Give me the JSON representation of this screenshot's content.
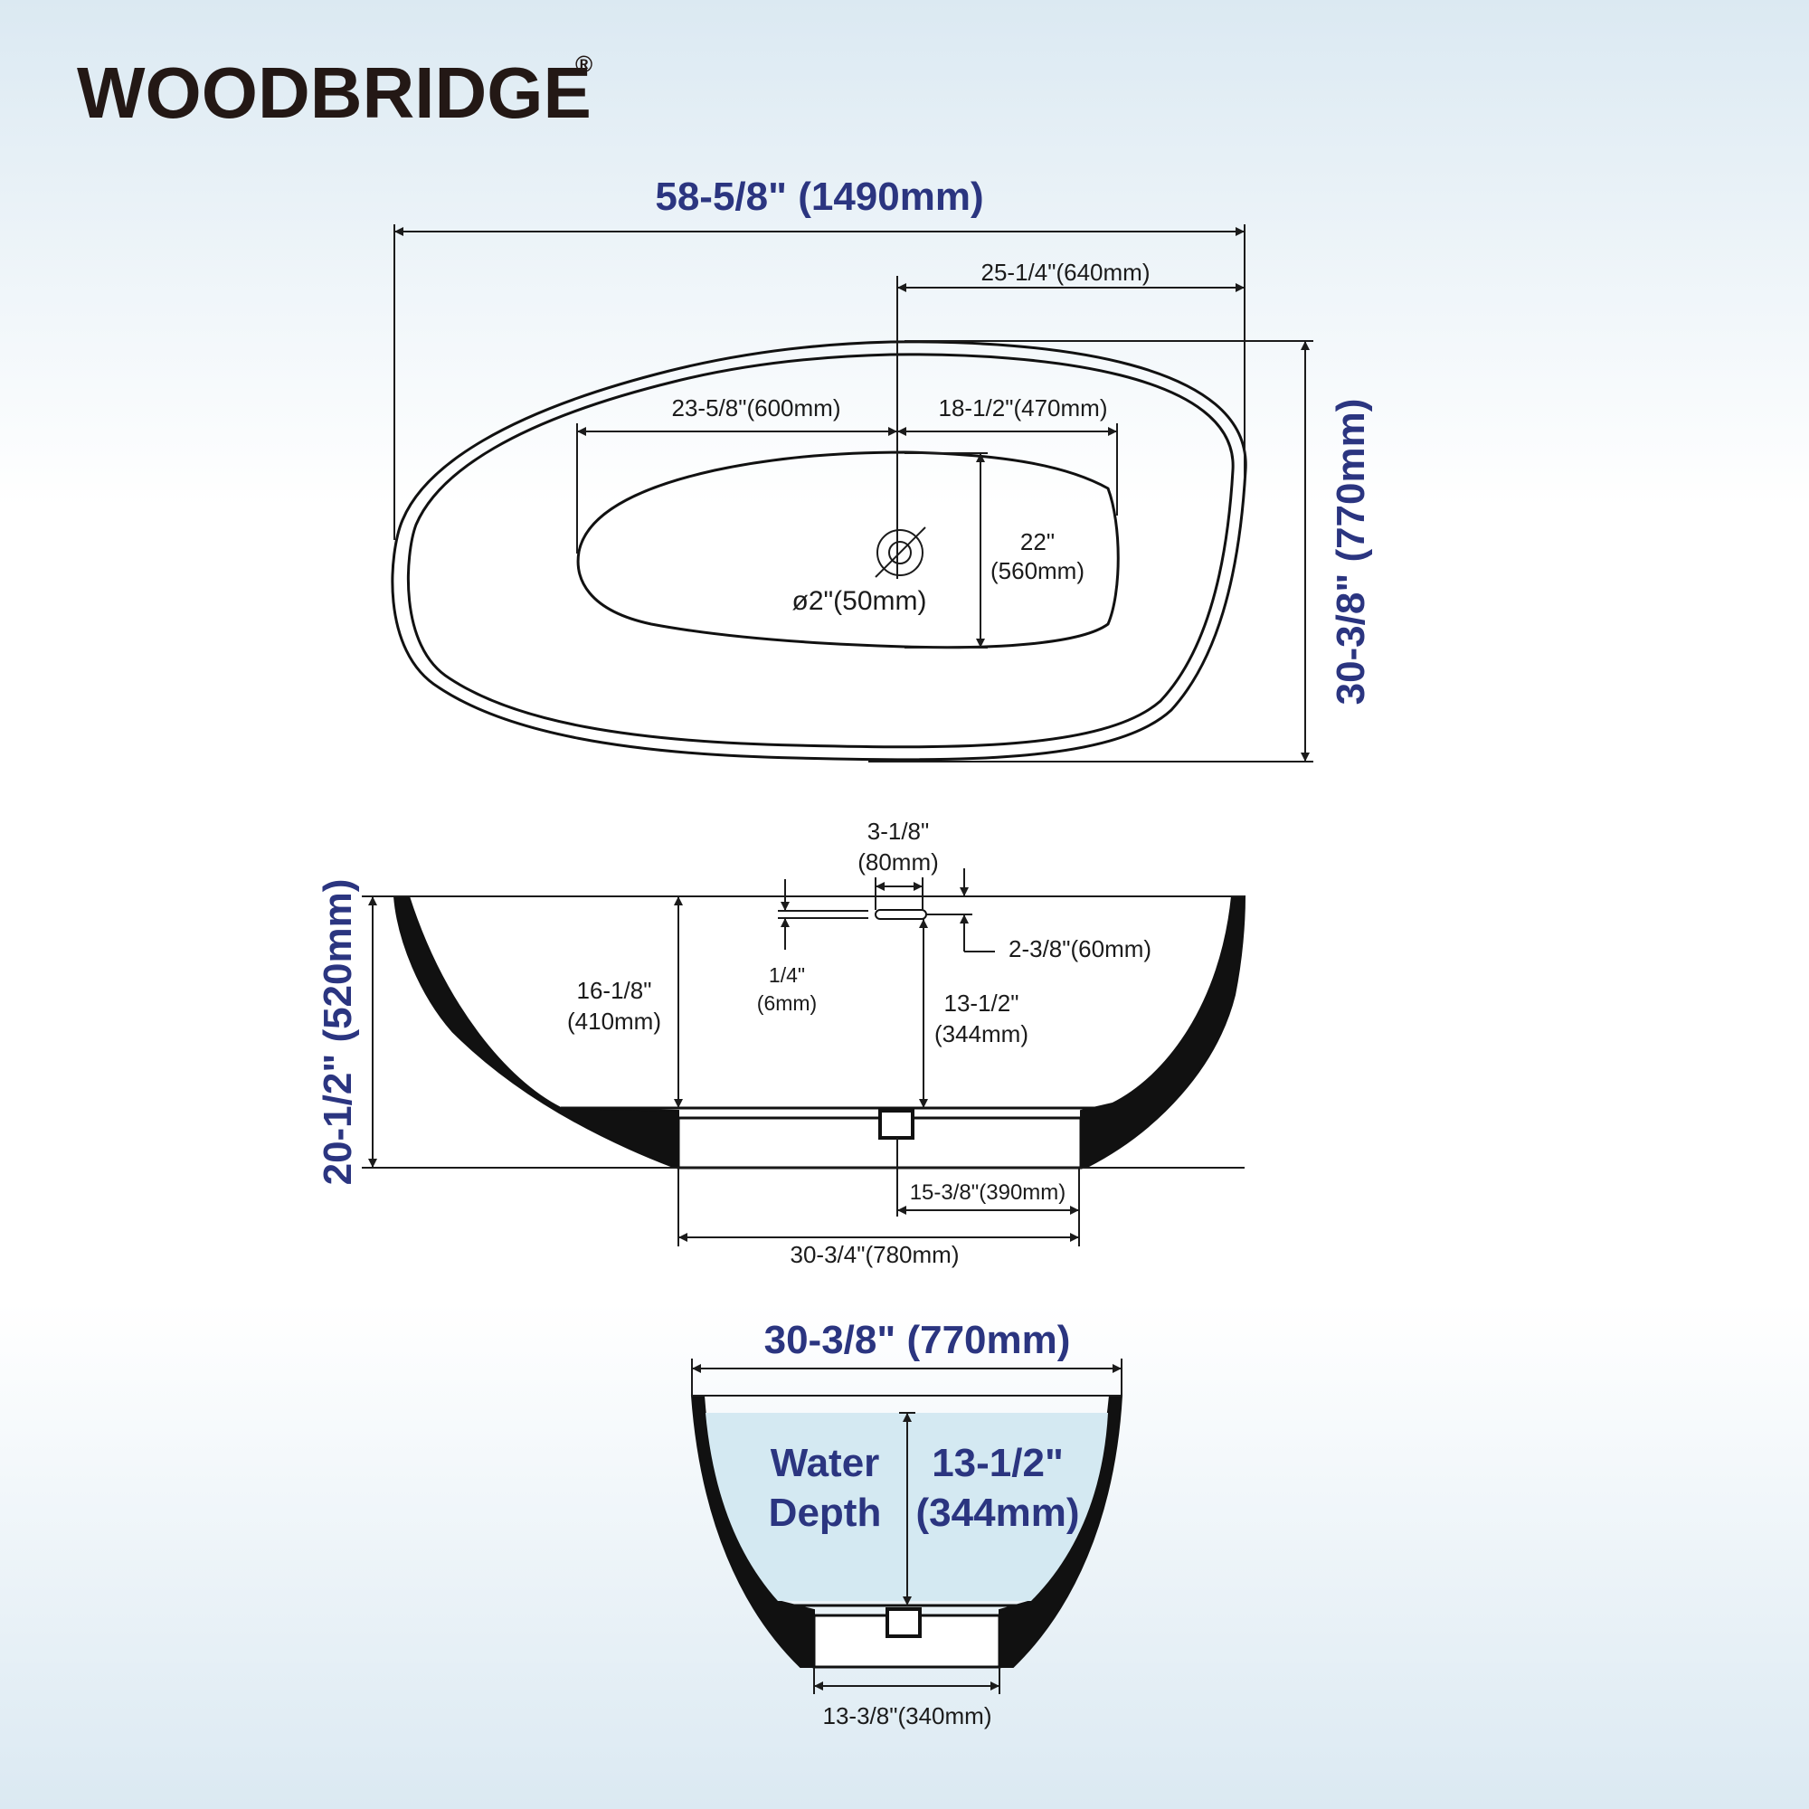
{
  "brand": {
    "name": "WOODBRIDGE",
    "registered_mark": "®"
  },
  "colors": {
    "dimension_text": "#2b3580",
    "outline": "#111111",
    "water": "#d4e9f2",
    "background_tint": "#dbe9f2"
  },
  "top_view": {
    "overall_length": "58-5/8\" (1490mm)",
    "drain_to_end": "25-1/4\"(640mm)",
    "inner_left": "23-5/8\"(600mm)",
    "inner_right": "18-1/2\"(470mm)",
    "inner_width_in": "22\"",
    "inner_width_mm": "(560mm)",
    "drain_diameter": "ø2\"(50mm)",
    "overall_width": "30-3/8\" (770mm)"
  },
  "side_view": {
    "overall_height": "20-1/2\" (520mm)",
    "overflow_in": "3-1/8\"",
    "overflow_mm": "(80mm)",
    "overflow_drop": "2-3/8\"(60mm)",
    "wall_in": "1/4\"",
    "wall_mm": "(6mm)",
    "inner_depth_in": "16-1/8\"",
    "inner_depth_mm": "(410mm)",
    "drain_depth_in": "13-1/2\"",
    "drain_depth_mm": "(344mm)",
    "drain_to_base_edge": "15-3/8\"(390mm)",
    "base_length": "30-3/4\"(780mm)"
  },
  "end_view": {
    "overall_width": "30-3/8\" (770mm)",
    "water_label_line1": "Water",
    "water_label_line2": "Depth",
    "water_depth_in": "13-1/2\"",
    "water_depth_mm": "(344mm)",
    "base_width": "13-3/8\"(340mm)"
  }
}
